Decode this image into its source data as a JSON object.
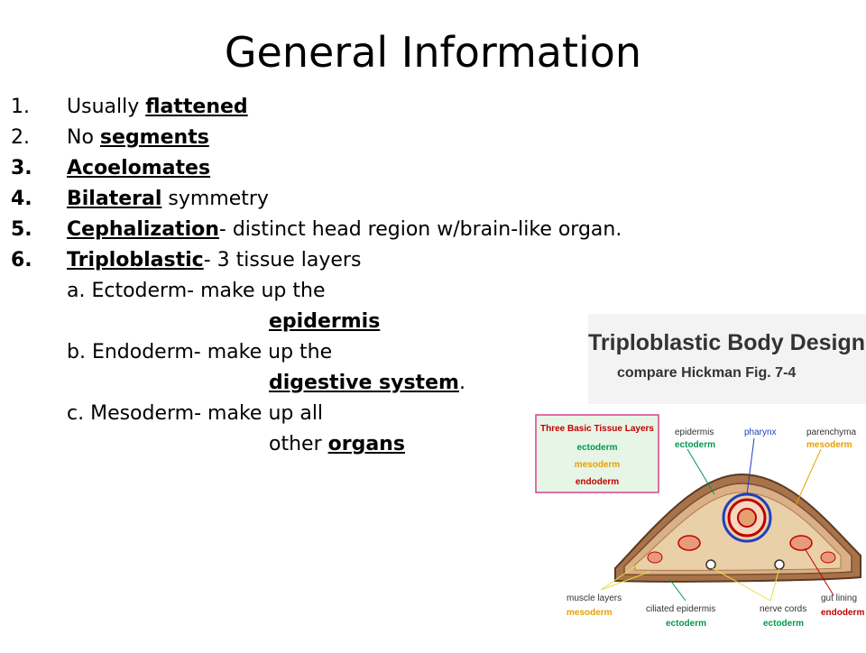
{
  "slide": {
    "title": "General Information",
    "items": [
      {
        "num": "1.",
        "pre": "Usually ",
        "term": "flattened",
        "post": ""
      },
      {
        "num": "2.",
        "pre": "No ",
        "term": "segments",
        "post": ""
      },
      {
        "num": "3.",
        "pre": "",
        "term": "Acoelomates",
        "post": ""
      },
      {
        "num": "4.",
        "pre": "",
        "term": "Bilateral",
        "post": " symmetry"
      },
      {
        "num": "5.",
        "pre": "",
        "term": "Cephalization",
        "post": "- distinct head region w/brain-like organ."
      },
      {
        "num": "6.",
        "pre": "",
        "term": "Triploblastic",
        "post": "- 3 tissue layers"
      }
    ],
    "sub": {
      "a_line1": "a.  Ectoderm- make up the",
      "a_term": "epidermis",
      "b_line1": "b.  Endoderm- make up the",
      "b_term": "digestive system",
      "b_after": ".",
      "c_line1": "c.  Mesoderm- make up all",
      "c_pre": "other ",
      "c_term": "organs"
    }
  },
  "figure": {
    "title": "Triploblastic Body Design",
    "subtitle": "compare Hickman Fig. 7-4",
    "box_title": "Three Basic Tissue Layers",
    "box_items": [
      "ectoderm",
      "mesoderm",
      "endoderm"
    ],
    "labels": {
      "epidermis": "epidermis",
      "ectoderm_top": "ectoderm",
      "pharynx": "pharynx",
      "parenchyma": "parenchyma",
      "mesoderm_top": "mesoderm",
      "muscle_layers": "muscle layers",
      "mesoderm_bottom": "mesoderm",
      "ciliated_epidermis": "ciliated epidermis",
      "ectoderm_bottom1": "ectoderm",
      "nerve_cords": "nerve cords",
      "ectoderm_bottom2": "ectoderm",
      "gut_lining": "gut lining",
      "endoderm_bottom": "endoderm"
    },
    "colors": {
      "ectoderm": "#00994c",
      "mesoderm": "#e8a000",
      "endoderm": "#c00000",
      "pharynx": "#1f3fbf",
      "box_bg": "#e6f5e6",
      "box_border": "#d6448a"
    }
  }
}
